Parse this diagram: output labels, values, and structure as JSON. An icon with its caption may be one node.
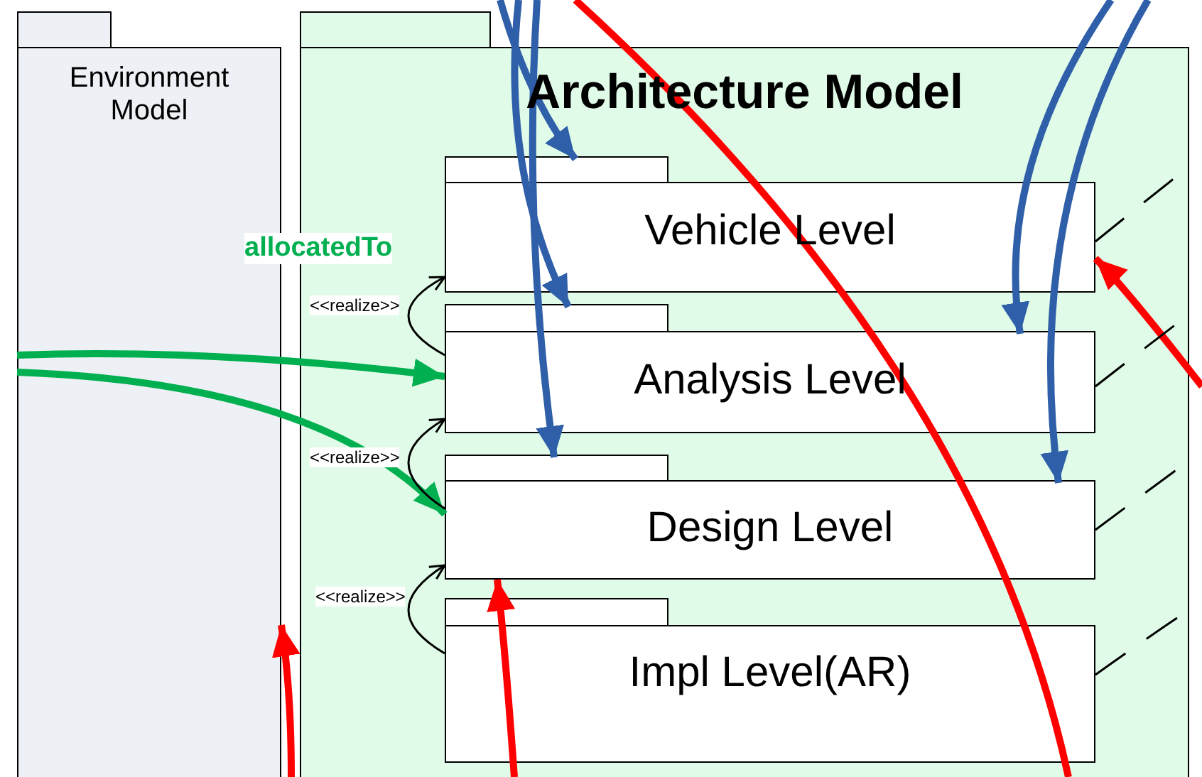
{
  "diagram": {
    "nodes": [
      {
        "text": [
          "Environment Model"
        ]
      },
      {
        "text": [
          "Architecture Model"
        ]
      },
      {
        "text": [
          "Vehicle Level"
        ],
        "in": 1
      },
      {
        "text": [
          "Analysis Level"
        ],
        "in": 1
      },
      {
        "text": [
          "Design Level"
        ],
        "in": 1
      },
      {
        "text": [
          "Impl Level(AR)"
        ],
        "in": 1
      }
    ],
    "edges": [
      {
        "from": null,
        "to": 2,
        "arrow": "to",
        "color": "#2e5fa8"
      },
      {
        "from": null,
        "to": 3,
        "arrow": "to",
        "color": "#2e5fa8"
      },
      {
        "from": null,
        "to": 4,
        "arrow": "to",
        "color": "#2e5fa8"
      },
      {
        "from": null,
        "to": 3,
        "arrow": "to",
        "color": "#2e5fa8"
      },
      {
        "from": null,
        "to": 4,
        "arrow": "to",
        "color": "#2e5fa8"
      },
      {
        "from": 0,
        "to": 3,
        "arrow": "to",
        "label": "allocatedTo",
        "color": "#00b050"
      },
      {
        "from": 0,
        "to": 4,
        "arrow": "to",
        "color": "#00b050"
      },
      {
        "from": null,
        "to": 2,
        "arrow": "to",
        "color": "#ff0000"
      },
      {
        "from": null,
        "to": 4,
        "arrow": "to",
        "color": "#ff0000"
      },
      {
        "from": null,
        "to": 0,
        "arrow": "to",
        "color": "#ff0000"
      },
      {
        "from": 3,
        "to": 2,
        "arrow": "to",
        "label": "<<realize>>"
      },
      {
        "from": 4,
        "to": 3,
        "arrow": "to",
        "label": "<<realize>>"
      },
      {
        "from": 5,
        "to": 4,
        "arrow": "to",
        "label": "<<realize>>"
      },
      {
        "from": 2,
        "to": null,
        "arrow": "none",
        "style": "dashed"
      },
      {
        "from": 3,
        "to": null,
        "arrow": "none",
        "style": "dashed"
      },
      {
        "from": 4,
        "to": null,
        "arrow": "none",
        "style": "dashed"
      },
      {
        "from": 5,
        "to": null,
        "arrow": "none",
        "style": "dashed"
      }
    ]
  }
}
